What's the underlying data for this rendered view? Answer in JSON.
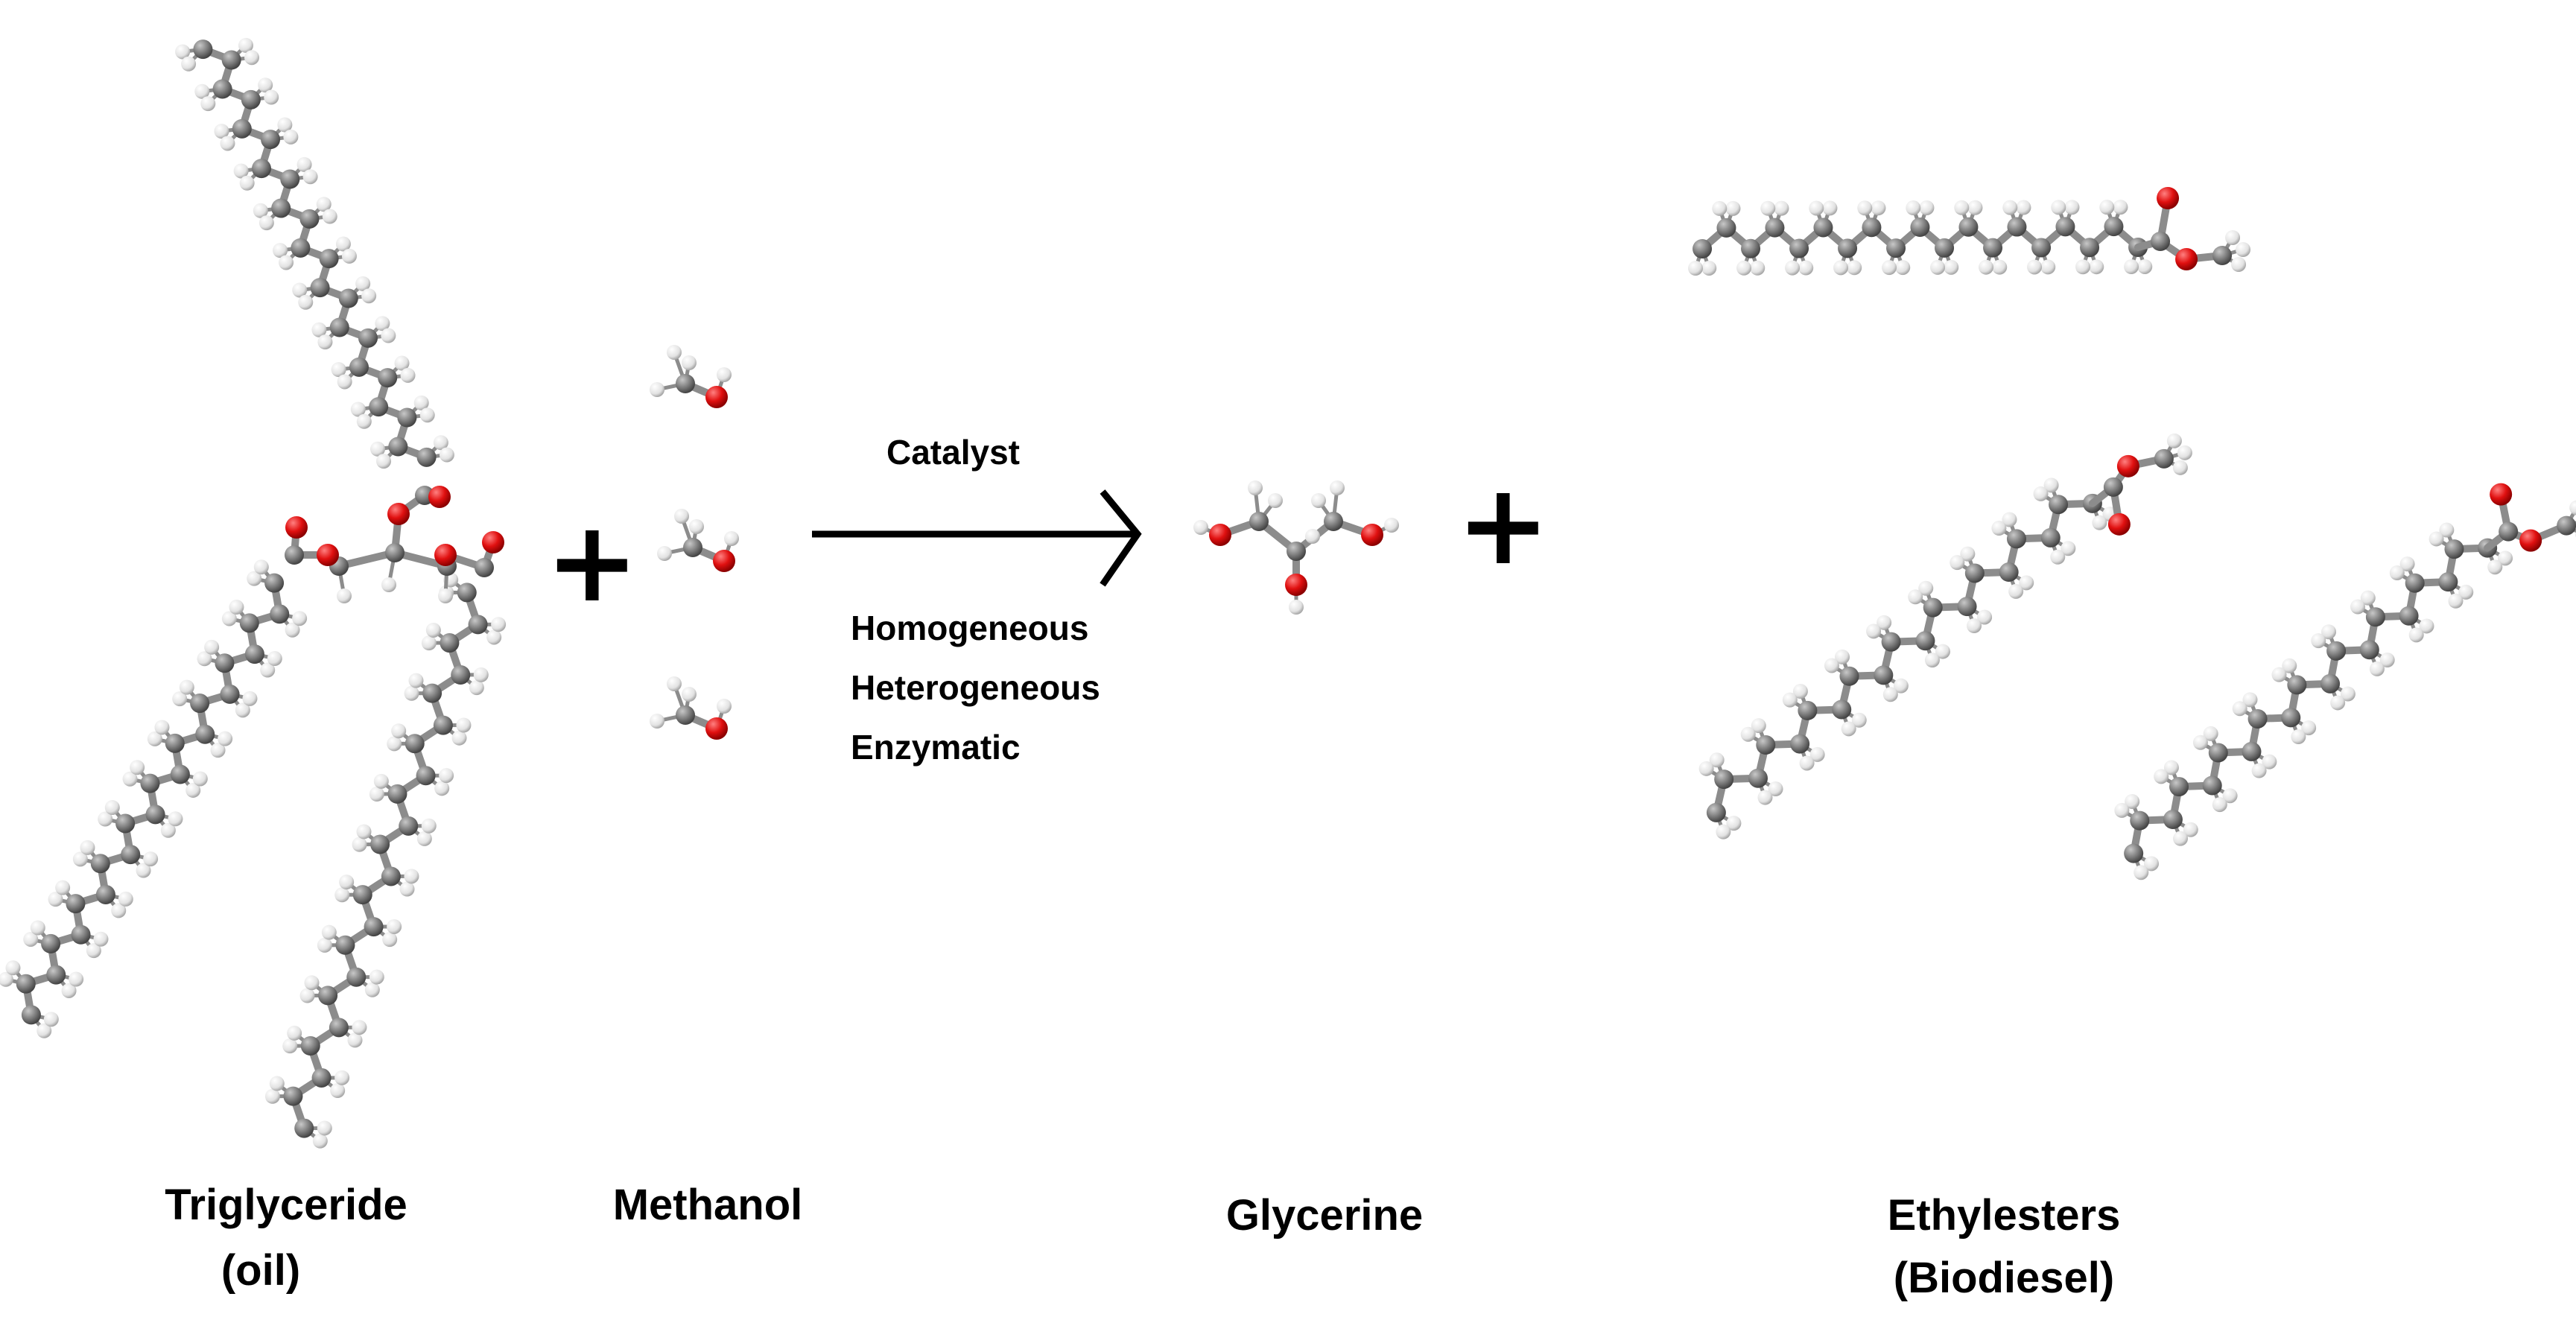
{
  "catalyst_label": "Catalyst",
  "conditions": [
    "Homogeneous",
    "Heterogeneous",
    "Enzymatic"
  ],
  "plus_sign": "+",
  "species": {
    "triglyceride": {
      "name": "Triglyceride",
      "sub": "(oil)"
    },
    "methanol": {
      "name": "Methanol"
    },
    "glycerine": {
      "name": "Glycerine"
    },
    "esters": {
      "name": "Ethylesters",
      "sub": "(Biodiesel)"
    }
  },
  "colors": {
    "carbon": "#7a7a7a",
    "hydrogen": "#e6e6e6",
    "oxygen": "#e01010",
    "bond": "#8c8c8c",
    "text": "#000000"
  },
  "icons": {
    "molecule": "ball-and-stick-molecule",
    "arrow": "reaction-arrow",
    "plus": "plus-sign"
  }
}
